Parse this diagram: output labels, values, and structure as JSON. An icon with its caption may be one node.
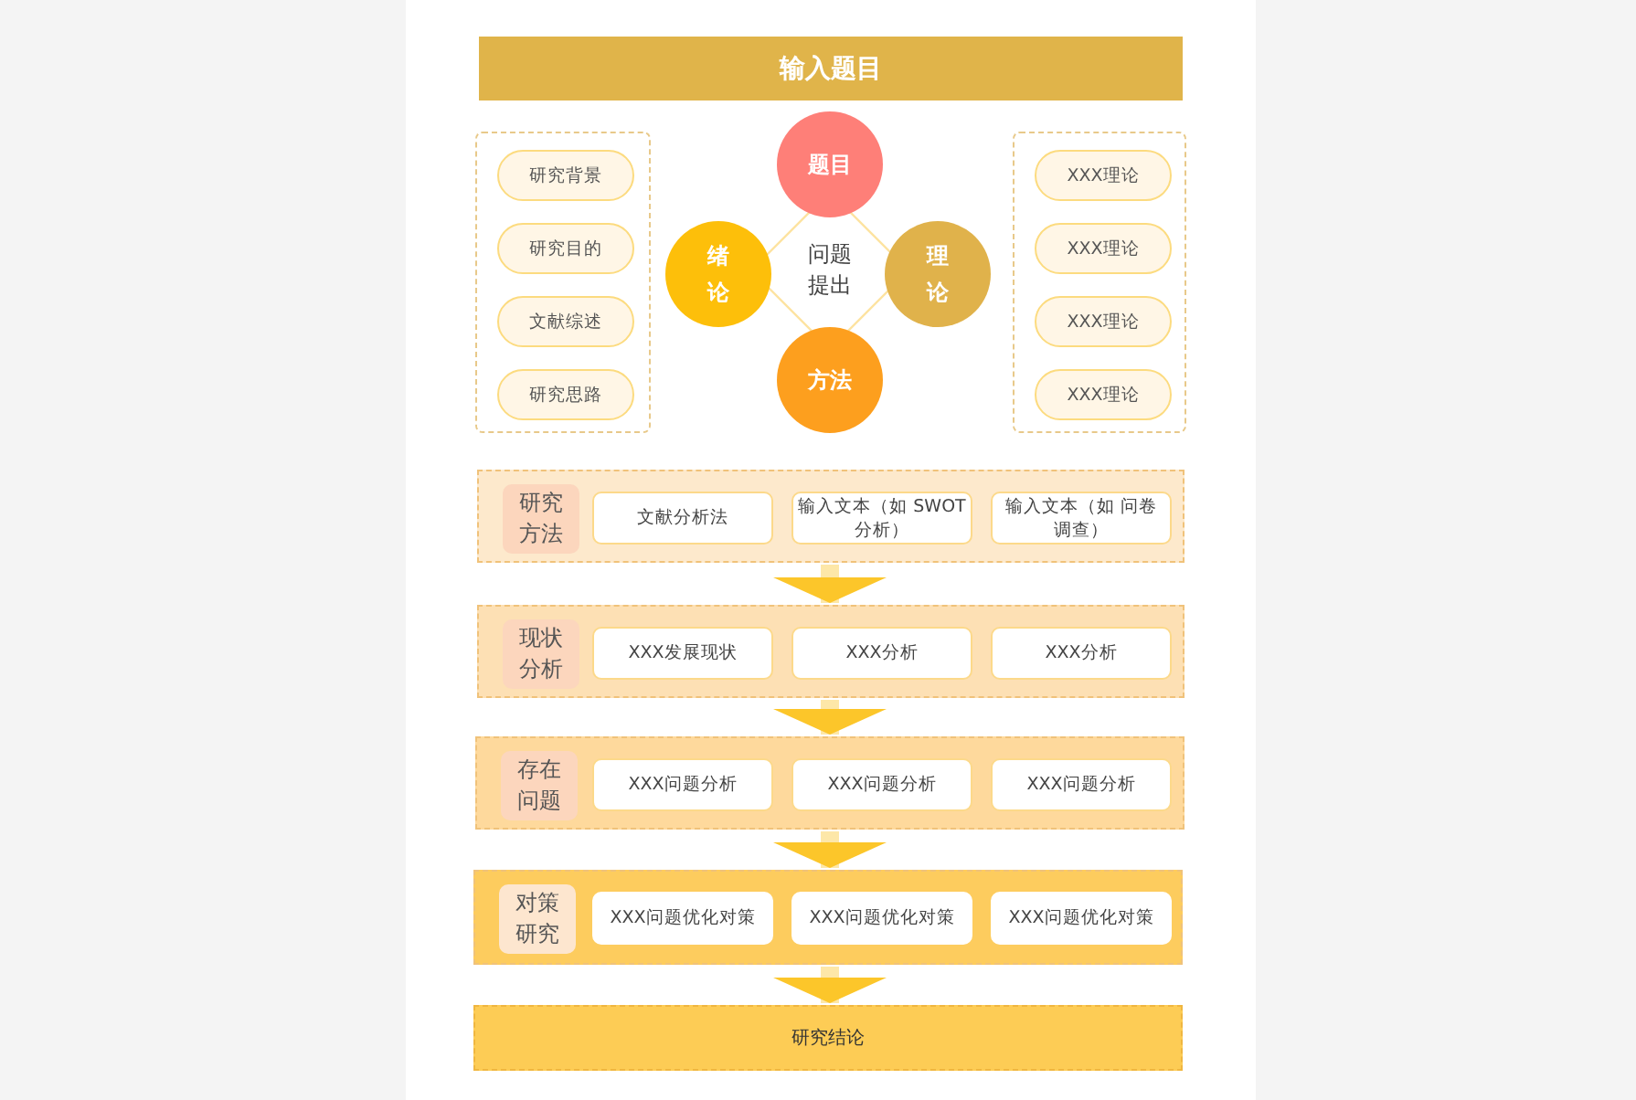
{
  "diagram": {
    "nodes": [
      {
        "text": [
          "输入题目"
        ]
      },
      {
        "text": [],
        "shape": "box"
      },
      {
        "text": [
          "研究背景"
        ],
        "in": 1
      },
      {
        "text": [
          "研究目的"
        ],
        "in": 1
      },
      {
        "text": [
          "文献综述"
        ],
        "in": 1
      },
      {
        "text": [
          "研究思路"
        ],
        "in": 1
      },
      {
        "text": [],
        "shape": "box"
      },
      {
        "text": [
          "XXX理论"
        ],
        "in": 6
      },
      {
        "text": [
          "XXX理论"
        ],
        "in": 6
      },
      {
        "text": [
          "XXX理论"
        ],
        "in": 6
      },
      {
        "text": [
          "XXX理论"
        ],
        "in": 6
      },
      {
        "text": [
          "题目"
        ]
      },
      {
        "text": [
          "绪论"
        ]
      },
      {
        "text": [
          "问题提出"
        ]
      },
      {
        "text": [
          "理论"
        ]
      },
      {
        "text": [
          "方法"
        ]
      },
      {
        "text": [
          "研究方法"
        ]
      },
      {
        "text": [
          "文献分析法"
        ],
        "in": 16
      },
      {
        "text": [
          "输入文本（如 SWOT 分析）"
        ],
        "in": 16
      },
      {
        "text": [
          "输入文本（如 问卷调查）"
        ],
        "in": 16
      },
      {
        "text": [
          "现状分析"
        ]
      },
      {
        "text": [
          "XXX发展现状"
        ],
        "in": 20
      },
      {
        "text": [
          "XXX分析"
        ],
        "in": 20
      },
      {
        "text": [
          "XXX分析"
        ],
        "in": 20
      },
      {
        "text": [
          "存在问题"
        ]
      },
      {
        "text": [
          "XXX问题分析"
        ],
        "in": 24
      },
      {
        "text": [
          "XXX问题分析"
        ],
        "in": 24
      },
      {
        "text": [
          "XXX问题分析"
        ],
        "in": 24
      },
      {
        "text": [
          "对策研究"
        ]
      },
      {
        "text": [
          "XXX问题优化对策"
        ],
        "in": 28
      },
      {
        "text": [
          "XXX问题优化对策"
        ],
        "in": 28
      },
      {
        "text": [
          "XXX问题优化对策"
        ],
        "in": 28
      },
      {
        "text": [
          "研究结论"
        ]
      }
    ],
    "edges": [
      {
        "from": 16,
        "to": 20,
        "arrow": "to"
      },
      {
        "from": 20,
        "to": 24,
        "arrow": "to"
      },
      {
        "from": 24,
        "to": 28,
        "arrow": "to"
      },
      {
        "from": 28,
        "to": 32,
        "arrow": "to"
      }
    ]
  }
}
